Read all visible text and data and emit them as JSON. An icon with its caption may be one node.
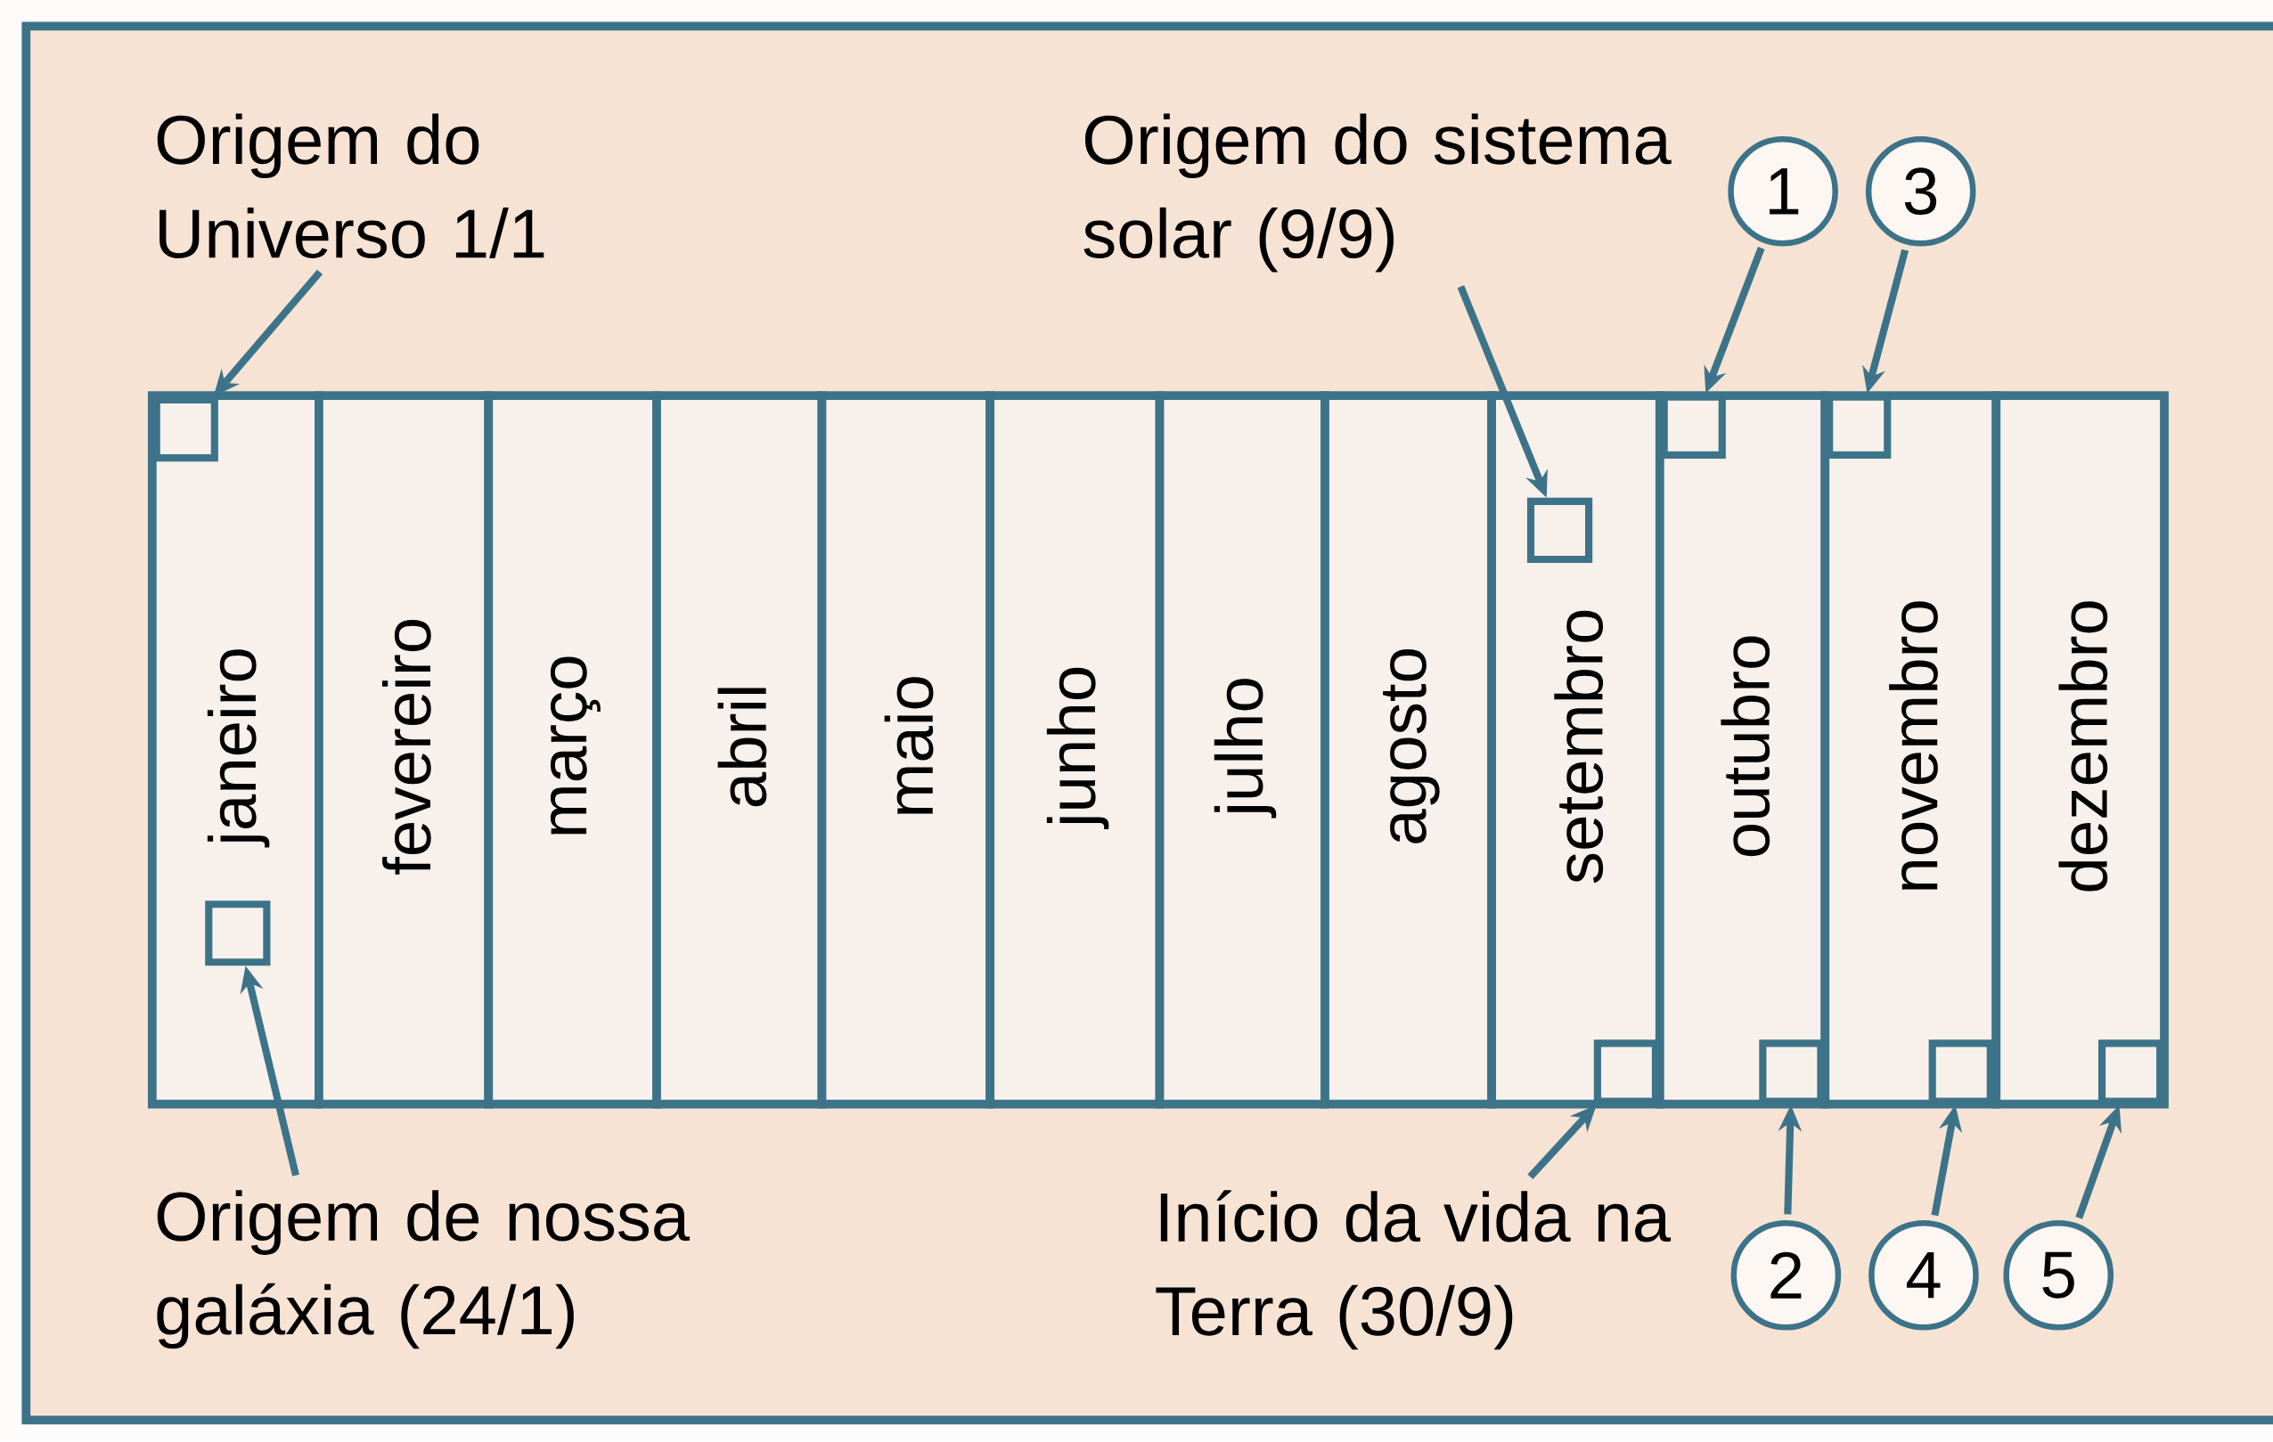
{
  "diagram": {
    "nodes": [
      {
        "text": [
          "Origem do Universo 1/1"
        ]
      },
      {
        "text": [
          "Origem do sistema solar (9/9)"
        ]
      },
      {
        "text": [
          "1"
        ]
      },
      {
        "text": [
          "3"
        ]
      },
      {
        "text": [
          "janeiro"
        ]
      },
      {
        "text": [],
        "shape": "box",
        "in": 4
      },
      {
        "text": [],
        "shape": "box",
        "in": 4
      },
      {
        "text": [
          "fevereiro"
        ]
      },
      {
        "text": [
          "março"
        ]
      },
      {
        "text": [
          "abril"
        ]
      },
      {
        "text": [
          "maio"
        ]
      },
      {
        "text": [
          "junho"
        ]
      },
      {
        "text": [
          "julho"
        ]
      },
      {
        "text": [
          "agosto"
        ]
      },
      {
        "text": [
          "setembro"
        ]
      },
      {
        "text": [],
        "shape": "box",
        "in": 14
      },
      {
        "text": [],
        "shape": "box",
        "in": 14
      },
      {
        "text": [
          "outubro"
        ]
      },
      {
        "text": [],
        "shape": "box",
        "in": 17
      },
      {
        "text": [],
        "shape": "box",
        "in": 17
      },
      {
        "text": [
          "novembro"
        ]
      },
      {
        "text": [],
        "shape": "box",
        "in": 20
      },
      {
        "text": [],
        "shape": "box",
        "in": 20
      },
      {
        "text": [
          "dezembro"
        ]
      },
      {
        "text": [],
        "shape": "box",
        "in": 23
      },
      {
        "text": [
          "Origem de nossa galáxia (24/1)"
        ]
      },
      {
        "text": [
          "Início da vida na Terra (30/9)"
        ]
      },
      {
        "text": [
          "2"
        ]
      },
      {
        "text": [
          "4"
        ]
      },
      {
        "text": [
          "5"
        ]
      }
    ],
    "edges": [
      {
        "from": 0,
        "to": 5,
        "arrow": "to"
      },
      {
        "from": 1,
        "to": 15,
        "arrow": "to"
      },
      {
        "from": 2,
        "to": 18,
        "arrow": "to"
      },
      {
        "from": 3,
        "to": 21,
        "arrow": "to"
      },
      {
        "from": 25,
        "to": 6,
        "arrow": "to"
      },
      {
        "from": 26,
        "to": 16,
        "arrow": "to"
      },
      {
        "from": 27,
        "to": 19,
        "arrow": "to"
      },
      {
        "from": 28,
        "to": 22,
        "arrow": "to"
      },
      {
        "from": 29,
        "to": 24,
        "arrow": "to"
      }
    ]
  }
}
